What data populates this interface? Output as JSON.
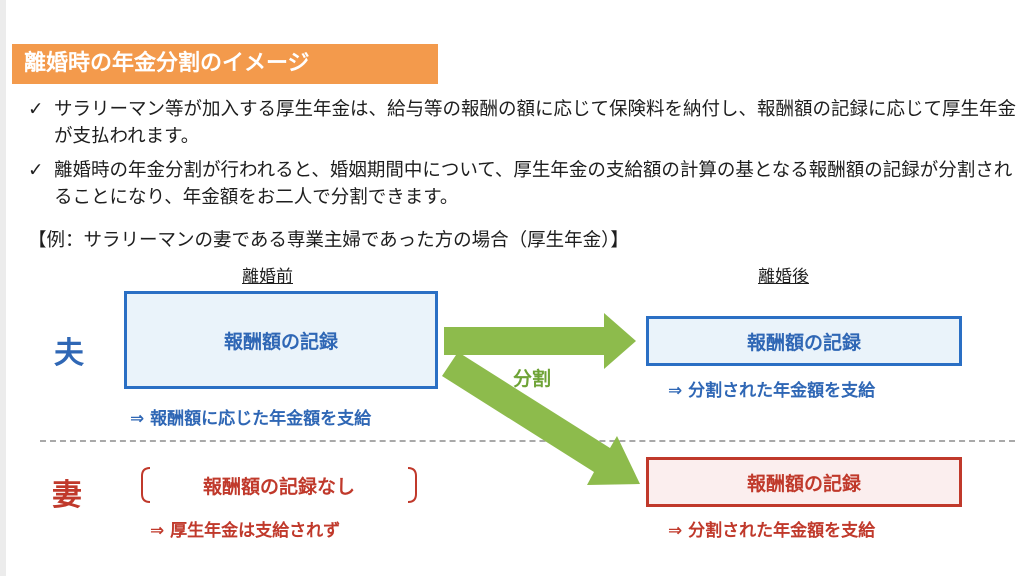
{
  "title": "離婚時の年金分割のイメージ",
  "bullets": [
    {
      "mark": "✓",
      "text": "サラリーマン等が加入する厚生年金は、給与等の報酬の額に応じて保険料を納付し、報酬額の記録に応じて厚生年金が支払われます。"
    },
    {
      "mark": "✓",
      "text": "離婚時の年金分割が行われると、婚姻期間中について、厚生年金の支給額の計算の基となる報酬額の記録が分割されることになり、年金額をお二人で分割できます。"
    }
  ],
  "example": "【例：サラリーマンの妻である専業主婦であった方の場合（厚生年金）】",
  "diagram": {
    "before_title": "離婚前",
    "after_title": "離婚後",
    "husband_label": "夫",
    "wife_label": "妻",
    "husband_before_box": "報酬額の記録",
    "husband_before_note": "⇒ 報酬額に応じた年金額を支給",
    "wife_before_box": "報酬額の記録なし",
    "wife_before_note": "⇒ 厚生年金は支給されず",
    "split_label": "分割",
    "husband_after_box": "報酬額の記録",
    "husband_after_note": "⇒ 分割された年金額を支給",
    "wife_after_box": "報酬額の記録",
    "wife_after_note": "⇒ 分割された年金額を支給",
    "colors": {
      "title_bg": "#f39a4c",
      "husband": "#2f67b5",
      "wife": "#c0392b",
      "arrow": "#8dbb4c"
    }
  }
}
